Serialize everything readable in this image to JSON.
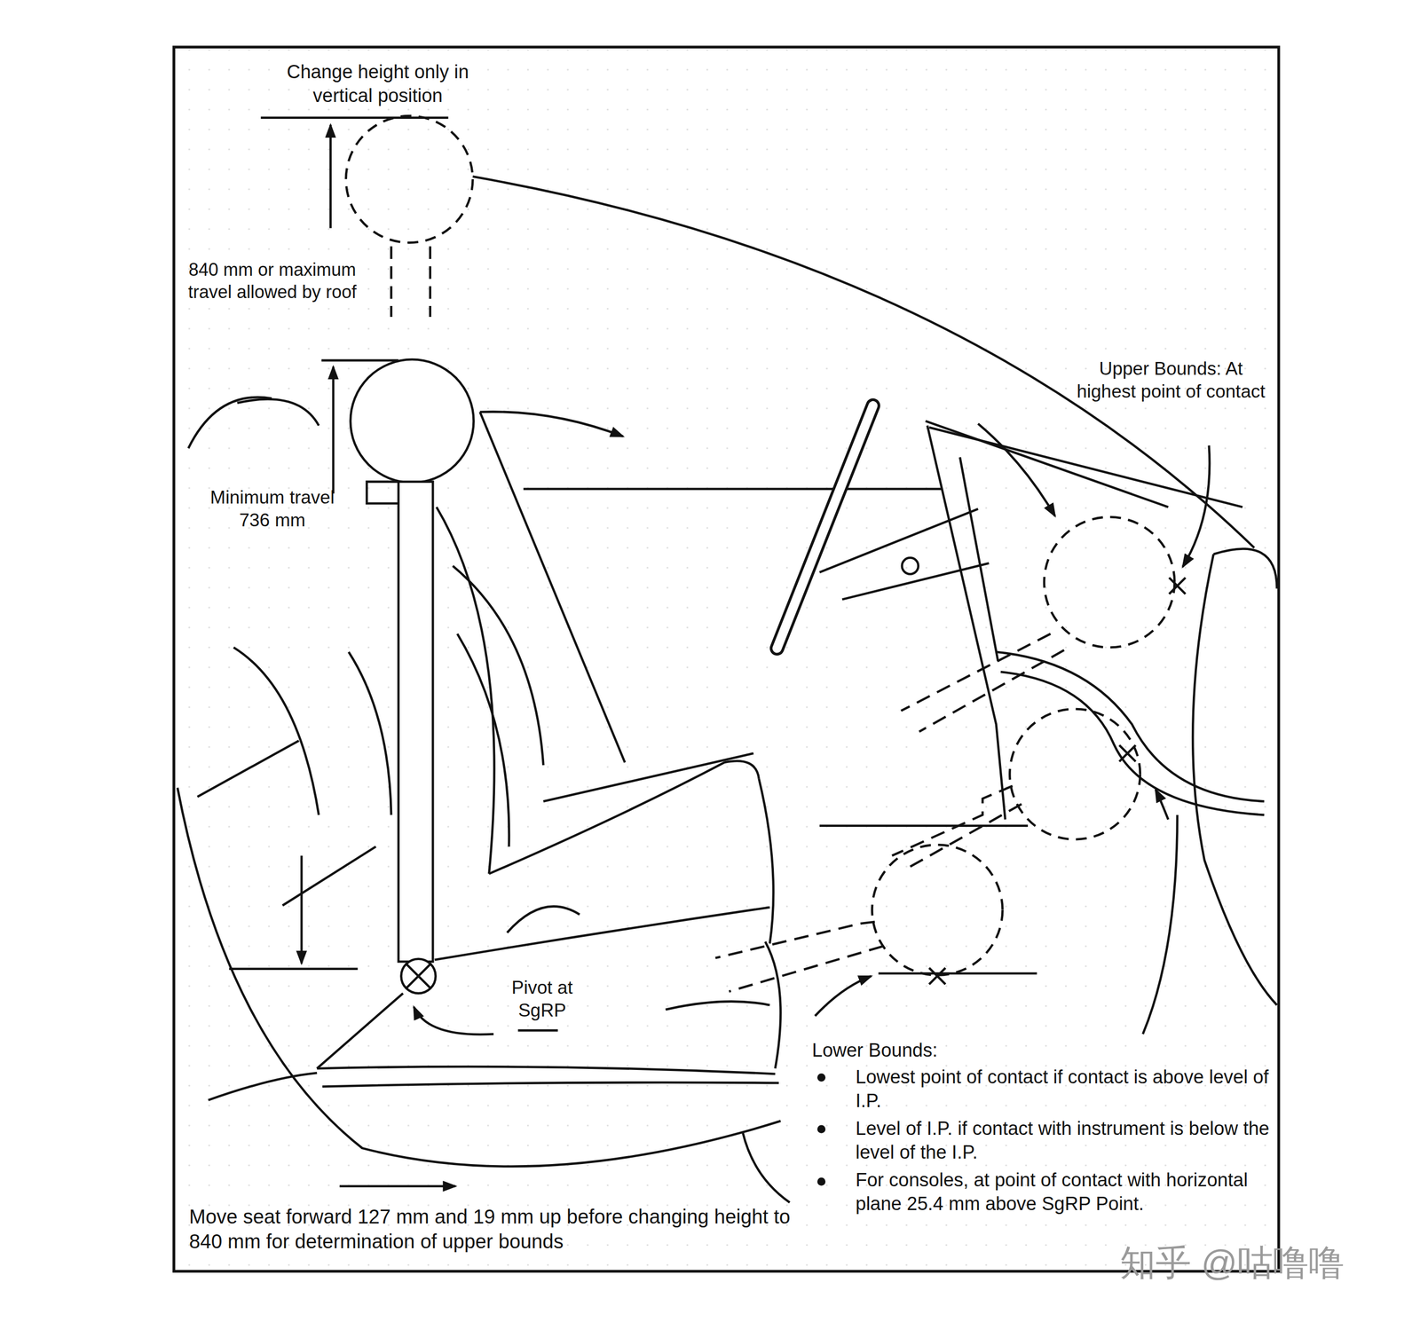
{
  "diagram": {
    "labels": [
      "Change height only in vertical position",
      "840 mm or maximum travel allowed by roof",
      "Minimum travel 736 mm",
      "Upper Bounds: At highest point of contact",
      "Pivot at SgRP",
      "Lower Bounds:",
      "Lowest point of contact if contact is above level of I.P.",
      "Level of I.P. if contact with instrument is below the level of the I.P.",
      "For consoles, at point of contact with horizontal plane 25.4 mm above SgRP Point.",
      "Move seat forward 127 mm and 19 mm up before changing height to 840 mm for determination of upper bounds",
      "知乎 @咕噜噜"
    ]
  }
}
